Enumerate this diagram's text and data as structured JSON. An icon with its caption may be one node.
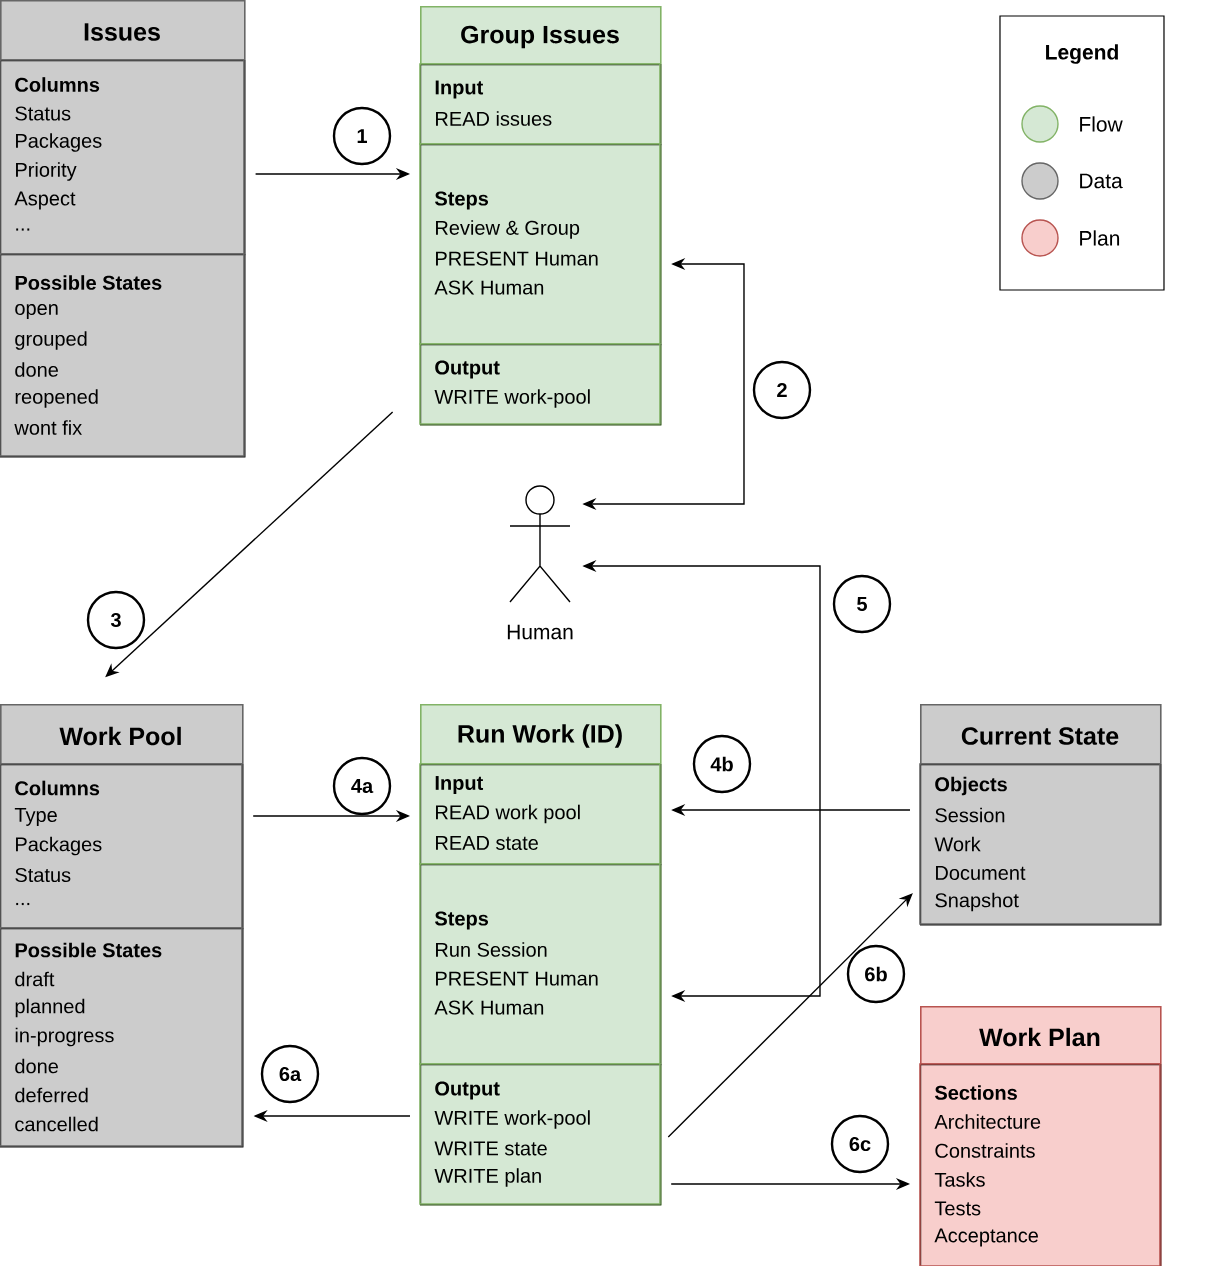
{
  "diagram": {
    "nodes": [
      {
        "text": [
          "Issues"
        ]
      },
      {
        "text": [
          "Columns",
          "Status",
          "Packages",
          "Priority",
          "Aspect",
          "..."
        ],
        "in": 0
      },
      {
        "text": [
          "Possible States",
          "open",
          "grouped",
          "done",
          "reopened",
          "wont fix"
        ],
        "in": 0
      },
      {
        "text": [
          "Group Issues"
        ]
      },
      {
        "text": [
          "Input",
          "READ issues"
        ],
        "in": 3
      },
      {
        "text": [
          "Steps",
          "Review & Group",
          "PRESENT Human",
          "ASK Human"
        ],
        "in": 3
      },
      {
        "text": [
          "Output",
          "WRITE work-pool"
        ],
        "in": 3
      },
      {
        "text": [
          "Human"
        ]
      },
      {
        "text": [
          "Work Pool"
        ]
      },
      {
        "text": [
          "Columns",
          "Type",
          "Packages",
          "Status",
          "..."
        ],
        "in": 8
      },
      {
        "text": [
          "Possible States",
          "draft",
          "planned",
          "in-progress",
          "done",
          "deferred",
          "cancelled"
        ],
        "in": 8
      },
      {
        "text": [
          "Run Work (ID)"
        ]
      },
      {
        "text": [
          "Input",
          "READ work pool",
          "READ state"
        ],
        "in": 11
      },
      {
        "text": [
          "Steps",
          "Run Session",
          "PRESENT Human",
          "ASK Human"
        ],
        "in": 11
      },
      {
        "text": [
          "Output",
          "WRITE work-pool",
          "WRITE state",
          "WRITE plan"
        ],
        "in": 11
      },
      {
        "text": [
          "Current State"
        ]
      },
      {
        "text": [
          "Objects",
          "Session",
          "Work",
          "Document",
          "Snapshot"
        ],
        "in": 15
      },
      {
        "text": [
          "Work Plan"
        ]
      },
      {
        "text": [
          "Sections",
          "Architecture",
          "Constraints",
          "Tasks",
          "Tests",
          "Acceptance"
        ],
        "in": 17
      }
    ],
    "edges": [
      {
        "from": 0,
        "to": 3,
        "arrow": "to",
        "label": "1"
      },
      {
        "from": 5,
        "to": 7,
        "arrow": "both",
        "label": "2"
      },
      {
        "from": 6,
        "to": 8,
        "arrow": "to",
        "label": "3"
      },
      {
        "from": 9,
        "to": 12,
        "arrow": "to",
        "label": "4a"
      },
      {
        "from": 16,
        "to": 12,
        "arrow": "to",
        "label": "4b"
      },
      {
        "from": 13,
        "to": 7,
        "arrow": "both",
        "label": "5"
      },
      {
        "from": 14,
        "to": 8,
        "arrow": "to",
        "label": "6a"
      },
      {
        "from": 14,
        "to": 16,
        "arrow": "to",
        "label": "6b"
      },
      {
        "from": 14,
        "to": 18,
        "arrow": "to",
        "label": "6c"
      }
    ],
    "labels": [
      "Legend"
    ],
    "legend": [
      {
        "text": "Flow",
        "color": "#d5e8d4"
      },
      {
        "text": "Data",
        "color": "#cccccc"
      },
      {
        "text": "Plan",
        "color": "#f8cecc"
      }
    ]
  }
}
